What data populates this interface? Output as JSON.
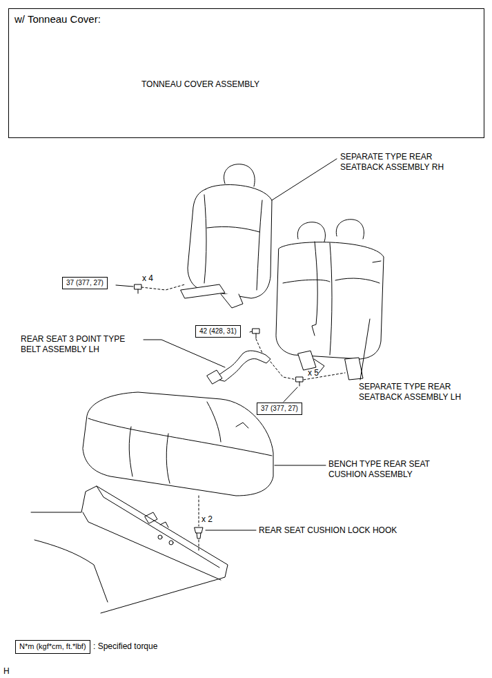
{
  "diagram": {
    "nodes": [
      {
        "text": [
          "w/ Tonneau Cover:"
        ]
      },
      {
        "text": [
          "37 (377, 27)"
        ]
      },
      {
        "text": [
          "42 (428, 31)"
        ]
      },
      {
        "text": [
          "37 (377, 27)"
        ]
      },
      {
        "text": [
          "N*m (kgf*cm, ft.*lbf)"
        ]
      }
    ],
    "labels": [
      "TONNEAU COVER ASSEMBLY",
      "SEPARATE TYPE REAR SEATBACK ASSEMBLY RH",
      "x 4",
      "REAR SEAT 3 POINT TYPE BELT ASSEMBLY LH",
      "x 5",
      "SEPARATE TYPE REAR SEATBACK ASSEMBLY LH",
      "BENCH TYPE REAR SEAT CUSHION ASSEMBLY",
      "x 2",
      "REAR SEAT CUSHION LOCK HOOK",
      "H"
    ],
    "legend": [
      {
        "text": ": Specified torque"
      }
    ]
  }
}
